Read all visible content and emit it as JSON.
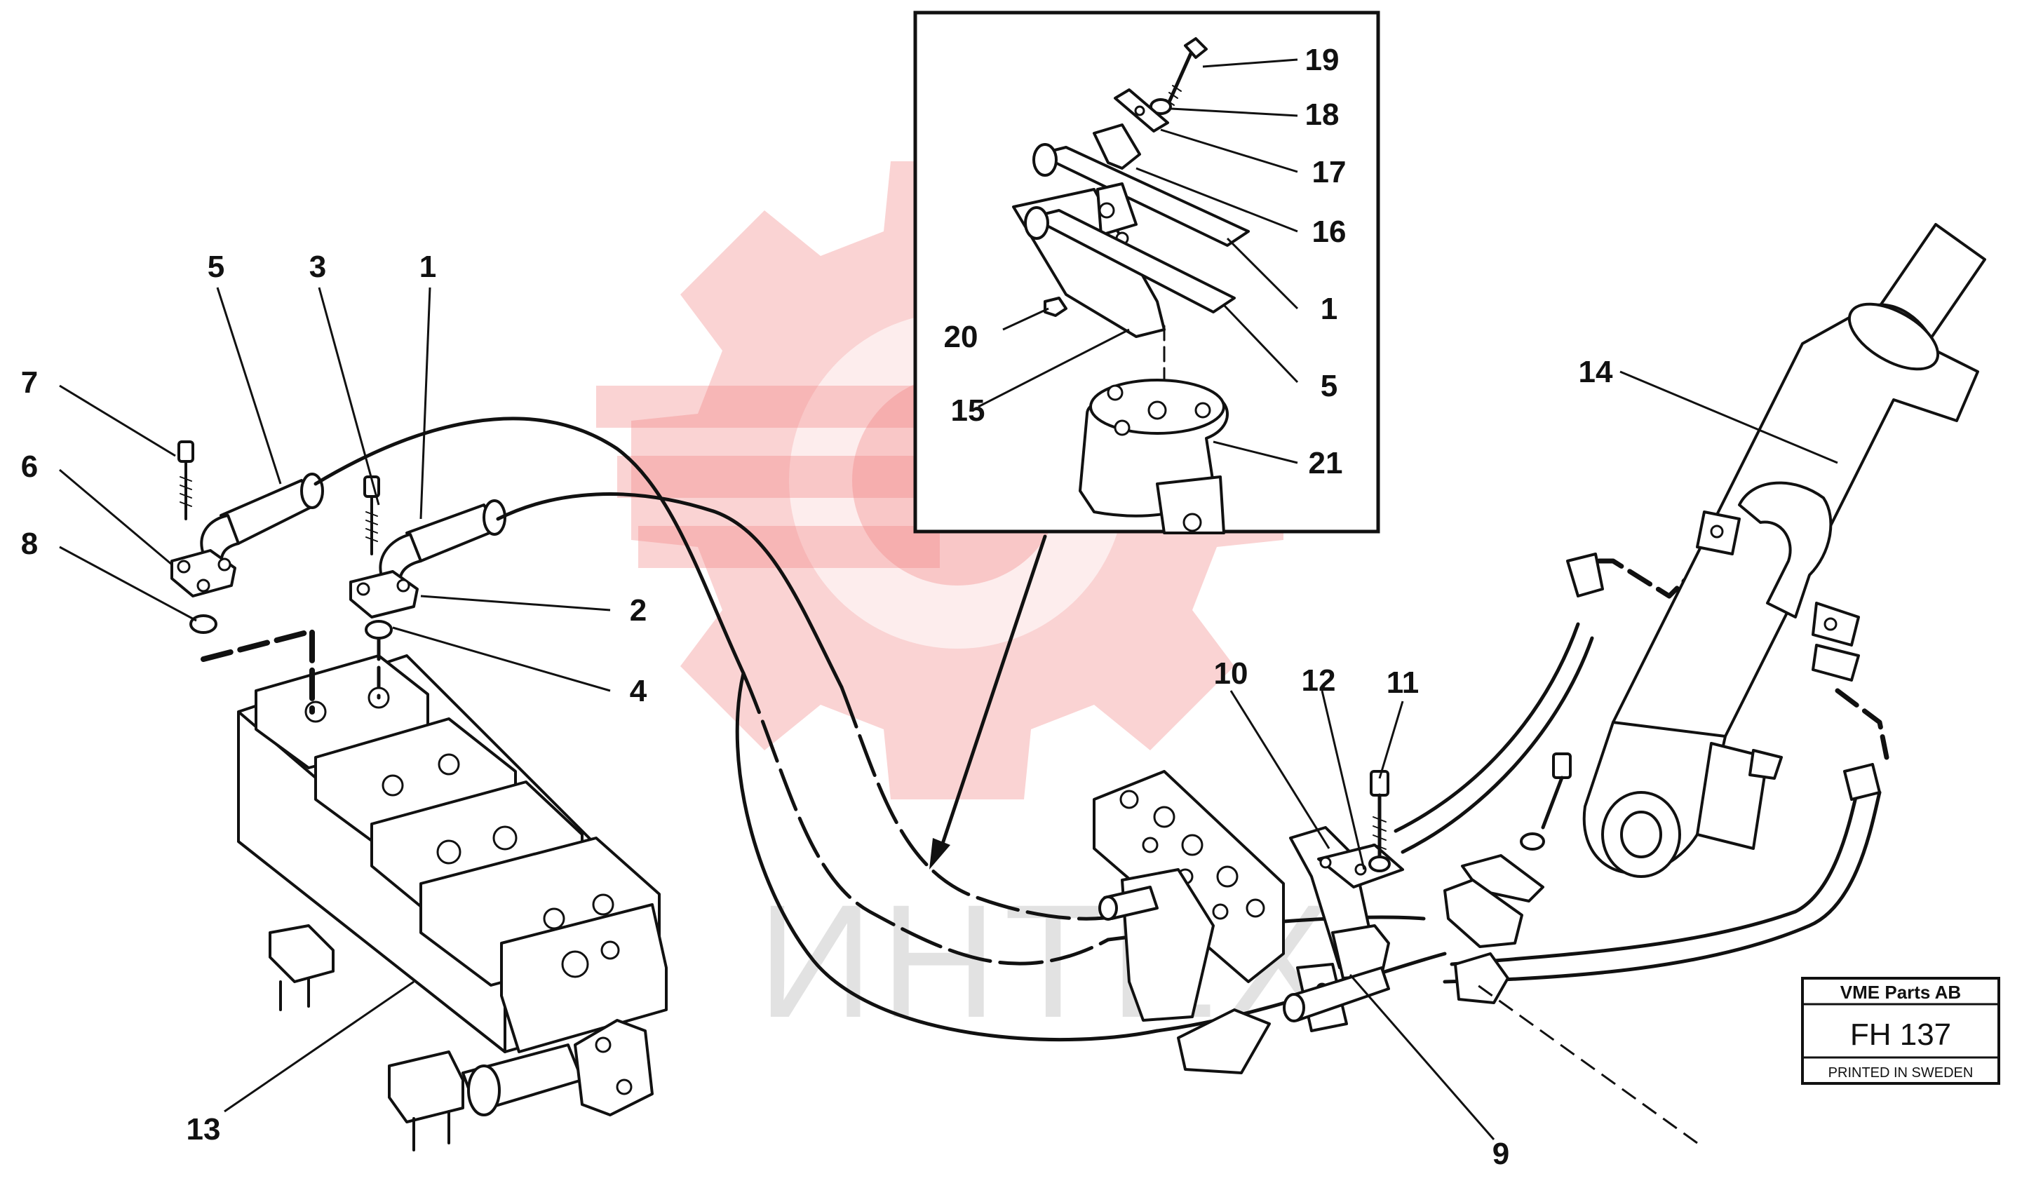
{
  "watermark": {
    "brand": "ИНТЕХ",
    "color": "#f08080"
  },
  "callouts": {
    "c1": "1",
    "c2": "2",
    "c3": "3",
    "c4": "4",
    "c5": "5",
    "c6": "6",
    "c7": "7",
    "c8": "8",
    "c9": "9",
    "c10": "10",
    "c11": "11",
    "c12": "12",
    "c13": "13",
    "c14": "14",
    "d15": "15",
    "d16": "16",
    "d17": "17",
    "d18": "18",
    "d19": "19",
    "d20": "20",
    "d21": "21",
    "d1": "1",
    "d5": "5"
  },
  "title_block": {
    "company": "VME Parts AB",
    "code": "FH 137",
    "note": "PRINTED IN SWEDEN"
  }
}
